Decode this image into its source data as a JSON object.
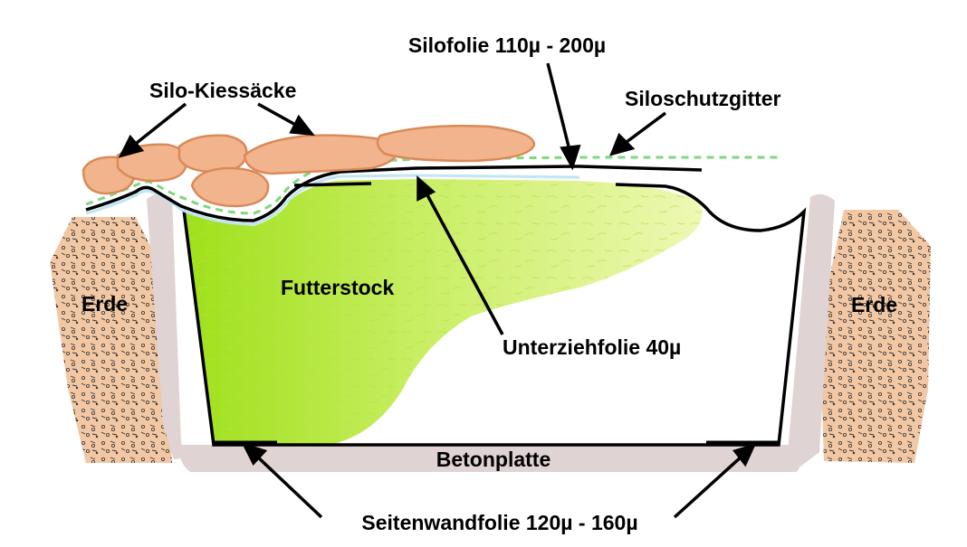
{
  "labels": {
    "silofolie": "Silofolie 110µ - 200µ",
    "kiessaecke": "Silo-Kiessäcke",
    "schutzgitter": "Siloschutzgitter",
    "futterstock": "Futterstock",
    "unterziehfolie": "Unterziehfolie 40µ",
    "erde_left": "Erde",
    "erde_right": "Erde",
    "betonplatte": "Betonplatte",
    "seitenwandfolie": "Seitenwandfolie 120µ - 160µ"
  },
  "colors": {
    "concrete": "#dfd3d3",
    "soil": "#f2c7a4",
    "sandbag_fill": "#f2b48c",
    "sandbag_stroke": "#d98a58",
    "grid": "#7ed87e",
    "underfoil": "#bfe6f2",
    "silage_dark": "#9fe01a",
    "silage_light": "#e8f5a0",
    "foil": "#000000"
  }
}
